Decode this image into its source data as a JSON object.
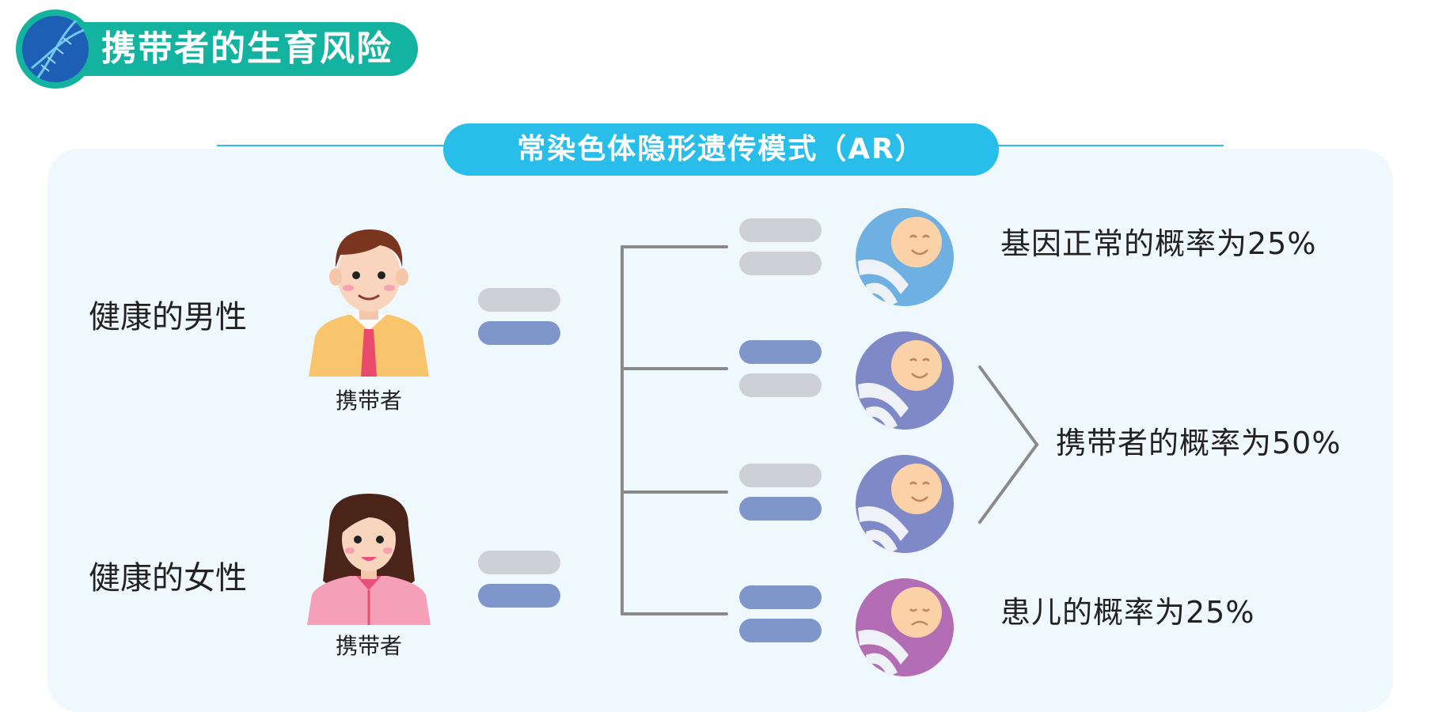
{
  "header": {
    "title": "携带者的生育风险",
    "logo_icon": "dna-helix-icon",
    "color": "#13b3a0"
  },
  "section": {
    "title": "常染色体隐形遗传模式（AR）",
    "color": "#29bde9"
  },
  "parents": [
    {
      "label": "健康的男性",
      "status": "携带者",
      "icon": "man-avatar-icon",
      "genotype": [
        "normal",
        "mutant"
      ]
    },
    {
      "label": "健康的女性",
      "status": "携带者",
      "icon": "woman-avatar-icon",
      "genotype": [
        "normal",
        "mutant"
      ]
    }
  ],
  "offspring": [
    {
      "genotype": [
        "normal",
        "normal"
      ],
      "baby_color": "#6fb0e2"
    },
    {
      "genotype": [
        "mutant",
        "normal"
      ],
      "baby_color": "#8089c8"
    },
    {
      "genotype": [
        "normal",
        "mutant"
      ],
      "baby_color": "#8089c8"
    },
    {
      "genotype": [
        "mutant",
        "mutant"
      ],
      "baby_color": "#b26db4"
    }
  ],
  "probabilities": {
    "normal": "基因正常的概率为25%",
    "carrier": "携带者的概率为50%",
    "affected": "患儿的概率为25%"
  },
  "colors": {
    "normal_allele": "#cdd0d5",
    "mutant_allele": "#7f96cb",
    "panel_bg": "#eff8fc"
  }
}
